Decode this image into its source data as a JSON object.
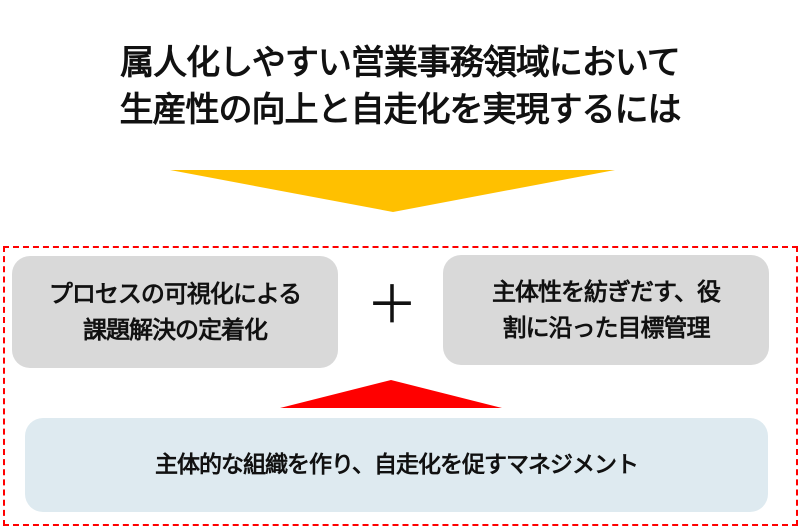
{
  "title": {
    "line1": "属人化しやすい営業事務領域において",
    "line2": "生産性の向上と自走化を実現するには"
  },
  "boxes": {
    "left": {
      "line1": "プロセスの可視化による",
      "line2": "課題解決の定着化"
    },
    "plus": "＋",
    "right": {
      "line1": "主体性を紡ぎだす、役",
      "line2": "割に沿った目標管理"
    },
    "bottom": "主体的な組織を作り、自走化を促すマネジメント"
  },
  "colors": {
    "yellow_arrow": "#ffc000",
    "red_arrow": "#ff0000",
    "frame": "#ff0000",
    "gray_box": "#d9d9d9",
    "blue_box": "#deeaf0"
  }
}
